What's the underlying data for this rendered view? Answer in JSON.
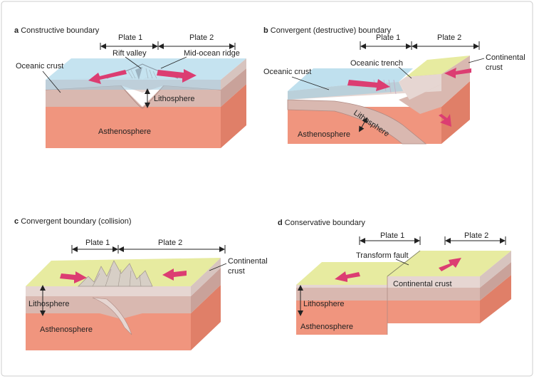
{
  "panels": {
    "a": {
      "letter": "a",
      "title": "Constructive boundary",
      "plate1": "Plate 1",
      "plate2": "Plate 2",
      "rift_valley": "Rift valley",
      "mid_ocean_ridge": "Mid-ocean ridge",
      "oceanic_crust": "Oceanic crust",
      "lithosphere": "Lithosphere",
      "asthenosphere": "Asthenosphere"
    },
    "b": {
      "letter": "b",
      "title": "Convergent (destructive) boundary",
      "plate1": "Plate 1",
      "plate2": "Plate 2",
      "oceanic_trench": "Oceanic trench",
      "continental_crust_1": "Continental",
      "continental_crust_2": "crust",
      "oceanic_crust": "Oceanic crust",
      "lithosphere": "Lithosphere",
      "asthenosphere": "Asthenosphere"
    },
    "c": {
      "letter": "c",
      "title": "Convergent boundary (collision)",
      "plate1": "Plate 1",
      "plate2": "Plate 2",
      "continental_crust_1": "Continental",
      "continental_crust_2": "crust",
      "lithosphere": "Lithosphere",
      "asthenosphere": "Asthenosphere"
    },
    "d": {
      "letter": "d",
      "title": "Conservative boundary",
      "plate1": "Plate 1",
      "plate2": "Plate 2",
      "transform_fault": "Transform fault",
      "continental_crust": "Continental crust",
      "lithosphere": "Lithosphere",
      "asthenosphere": "Asthenosphere"
    }
  },
  "colors": {
    "ocean": "#bfe0ee",
    "ocean_dark": "#9ccbe0",
    "crust": "#e6d6d2",
    "lithosphere": "#d9b8b0",
    "asthenosphere": "#f0957e",
    "asthenosphere_side": "#e07f68",
    "land": "#e7eba0",
    "arrow": "#dc3d72",
    "border": "#cccccc"
  }
}
